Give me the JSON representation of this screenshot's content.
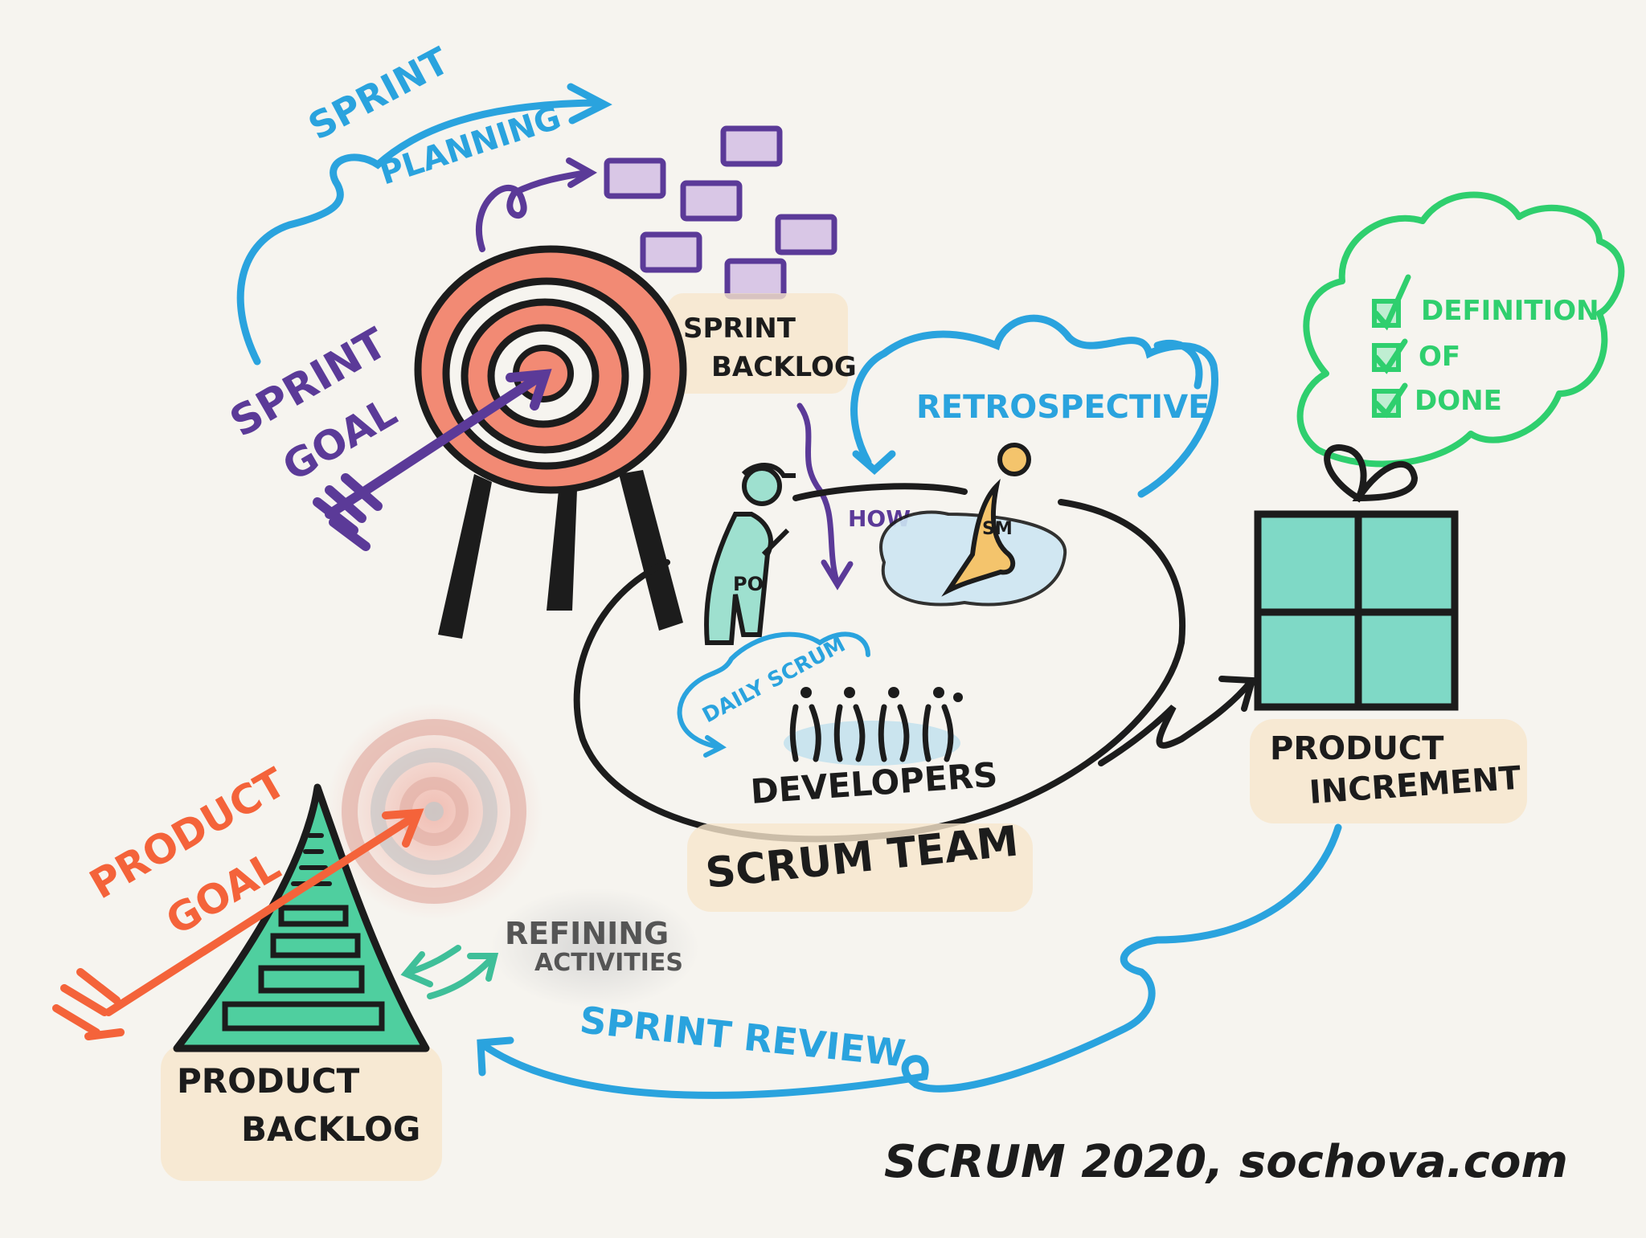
{
  "labels": {
    "sprint": "SPRINT",
    "planning": "PLANNING",
    "sprint_goal_1": "SPRINT",
    "sprint_goal_2": "GOAL",
    "sprint_backlog_1": "SPRINT",
    "sprint_backlog_2": "BACKLOG",
    "retrospective": "RETROSPECTIVE",
    "how": "HOW",
    "po": "PO",
    "sm": "SM",
    "daily_scrum": "DAILY SCRUM",
    "developers": "DEVELOPERS",
    "scrum_team": "SCRUM TEAM",
    "definition_1": "DEFINITION",
    "definition_2": "OF",
    "definition_3": "DONE",
    "product_increment_1": "PRODUCT",
    "product_increment_2": "INCREMENT",
    "product_goal_1": "PRODUCT",
    "product_goal_2": "GOAL",
    "refining_1": "REFINING",
    "refining_2": "ACTIVITIES",
    "sprint_review": "SPRINT REVIEW",
    "product_backlog_1": "PRODUCT",
    "product_backlog_2": "BACKLOG",
    "credit": "SCRUM 2020, sochova.com"
  },
  "colors": {
    "background": "#f6f4ef",
    "blue": "#2aa3de",
    "purple": "#5b3a98",
    "purple_fill": "#d9c7e6",
    "target_red": "#f28a74",
    "teal": "#7fd9c6",
    "green": "#2fcf6e",
    "orange": "#f4633a",
    "label_highlight": "#f8e6cc",
    "black": "#1c1c1c"
  }
}
